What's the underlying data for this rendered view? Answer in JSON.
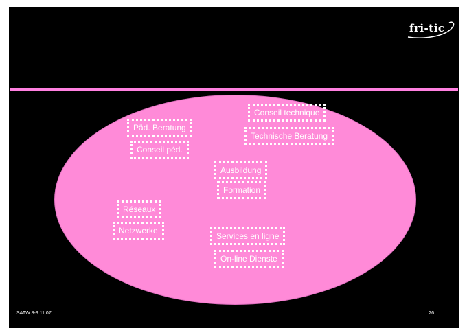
{
  "logo": {
    "text": "fri-tic"
  },
  "labels": {
    "paed_beratung": "Päd. Beratung",
    "conseil_ped": "Conseil péd.",
    "conseil_technique": "Conseil technique",
    "technische_beratung": "Technische Beratung",
    "ausbildung": "Ausbildung",
    "formation": "Formation",
    "reseaux": "Réseaux",
    "netzwerke": "Netzwerke",
    "services_en_ligne": "Services en ligne",
    "online_dienste": "On-line Dienste"
  },
  "footer": {
    "left": "SATW 8-9.11.07",
    "page_number": "26"
  },
  "colors": {
    "background": "#000000",
    "accent_pink": "#ff8ad8",
    "rule": "#ff80e0",
    "text": "#ffffff"
  }
}
